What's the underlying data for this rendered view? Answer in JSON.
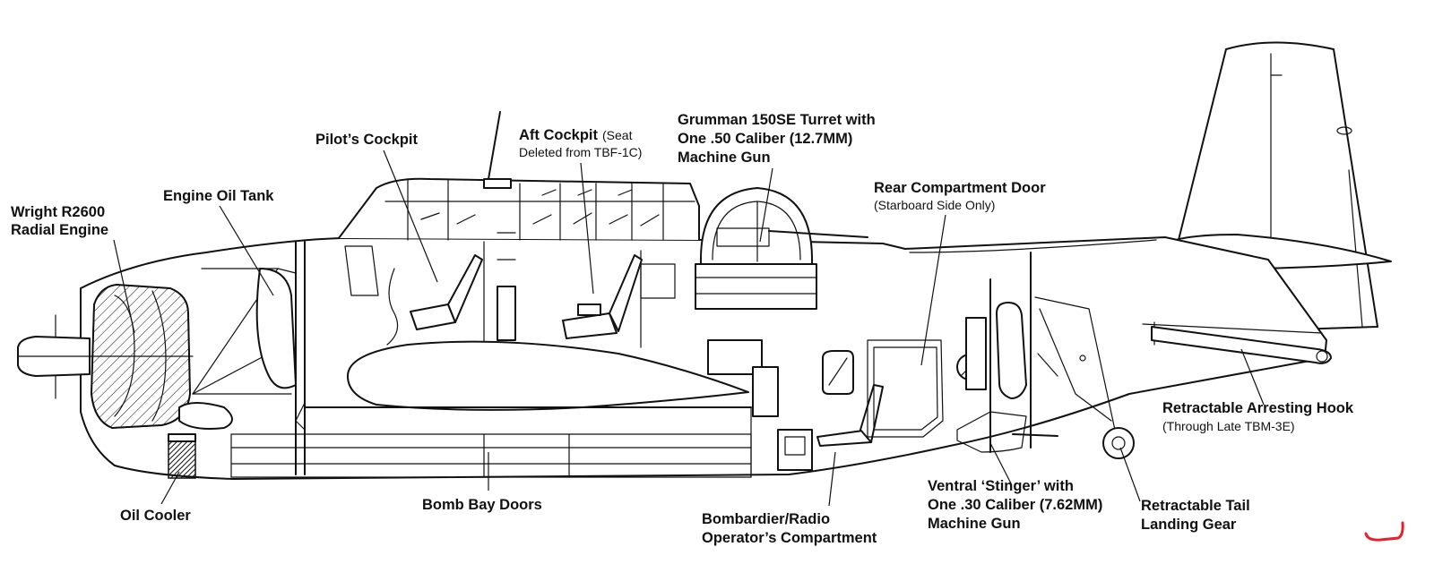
{
  "labels": {
    "engine_line1": "Wright R2600",
    "engine_line2": "Radial Engine",
    "oil_tank": "Engine Oil Tank",
    "pilot_cockpit": "Pilot’s Cockpit",
    "aft_cockpit_main": "Aft Cockpit",
    "aft_cockpit_note1": "(Seat",
    "aft_cockpit_note2": "Deleted from TBF-1C)",
    "turret_line1": "Grumman 150SE Turret with",
    "turret_line2": "One .50 Caliber (12.7",
    "turret_unit": "MM",
    "turret_close": ")",
    "turret_line3": "Machine Gun",
    "rear_door_main": "Rear Compartment Door",
    "rear_door_note": "(Starboard Side Only)",
    "arresting_main": "Retractable Arresting Hook",
    "arresting_note": "(Through Late TBM-3E)",
    "tail_gear_line1": "Retractable Tail",
    "tail_gear_line2": "Landing Gear",
    "stinger_line1": "Ventral ‘Stinger’ with",
    "stinger_line2": "One .30 Caliber (7.62",
    "stinger_unit": "MM",
    "stinger_close": ")",
    "stinger_line3": "Machine Gun",
    "bombardier_line1": "Bombardier/Radio",
    "bombardier_line2": "Operator’s Compartment",
    "bomb_bay": "Bomb Bay Doors",
    "oil_cooler": "Oil Cooler"
  },
  "colors": {
    "line": "#111111",
    "background": "#ffffff",
    "corner_mark": "#e8202a"
  }
}
